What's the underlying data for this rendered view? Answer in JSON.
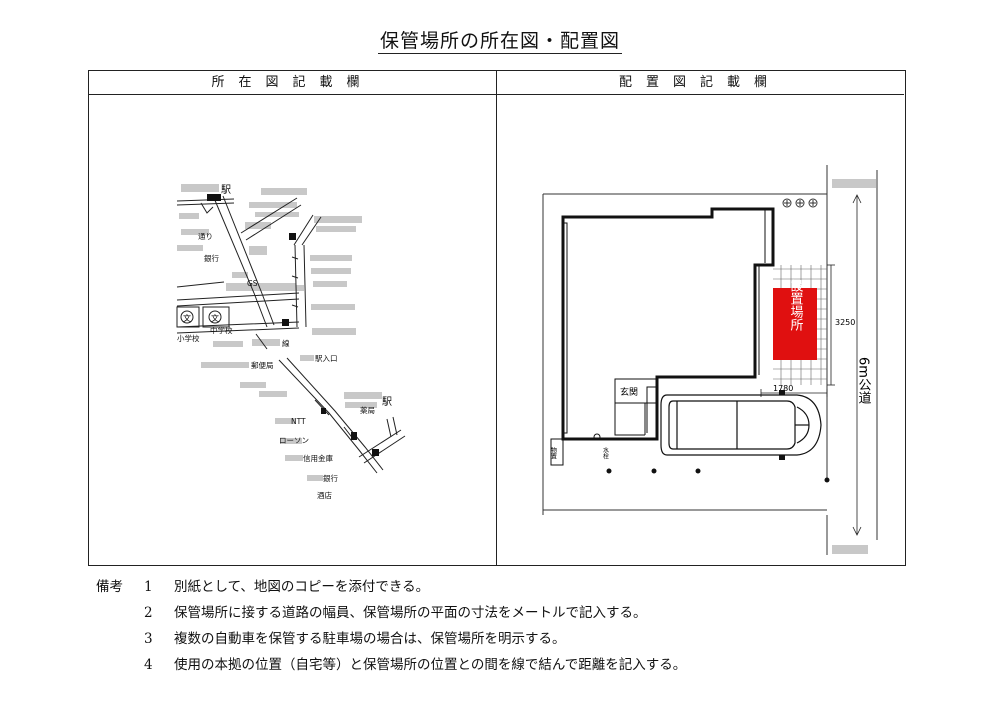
{
  "document": {
    "title": "保管場所の所在図・配置図",
    "left_header": "所在図記載欄",
    "right_header": "配置図記載欄"
  },
  "map": {
    "labels": {
      "station1": "駅",
      "station2": "駅",
      "street": "通り",
      "bank1": "銀行",
      "gs": "GS",
      "school_mark": "文",
      "elementary": "小学校",
      "junior_high": "中学校",
      "line": "線",
      "station_entrance": "駅入口",
      "post_office": "郵便局",
      "ntt": "NTT",
      "lawson": "ローソン",
      "credit_union": "信用金庫",
      "bank2": "銀行",
      "sake_shop": "酒店",
      "pharmacy": "薬局"
    }
  },
  "layout_plan": {
    "parking_label": "設置場所",
    "dim_depth": "3250",
    "dim_width": "1780",
    "entrance": "玄関",
    "warehouse": "物置",
    "road": "6m公道",
    "faucet": "水栓"
  },
  "notes": {
    "label": "備考",
    "items": [
      {
        "num": "1",
        "text": "別紙として、地図のコピーを添付できる。"
      },
      {
        "num": "2",
        "text": "保管場所に接する道路の幅員、保管場所の平面の寸法をメートルで記入する。"
      },
      {
        "num": "3",
        "text": "複数の自動車を保管する駐車場の場合は、保管場所を明示する。"
      },
      {
        "num": "4",
        "text": "使用の本拠の位置（自宅等）と保管場所の位置との間を線で結んで距離を記入する。"
      }
    ]
  }
}
